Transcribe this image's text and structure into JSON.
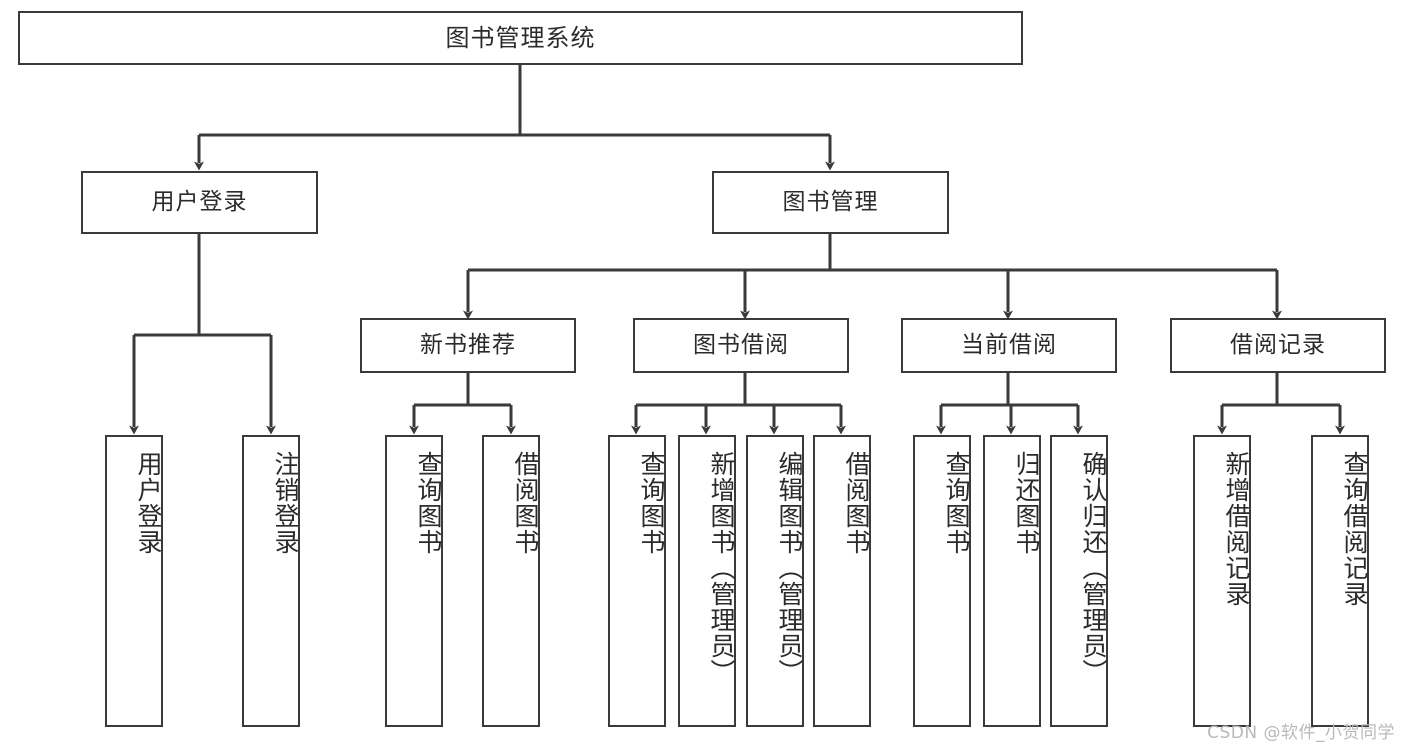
{
  "diagram": {
    "title": "图书管理系统",
    "type": "tree-hierarchy",
    "root": {
      "label": "图书管理系统",
      "children": [
        {
          "label": "用户登录",
          "children": [
            {
              "label": "用户登录"
            },
            {
              "label": "注销登录"
            }
          ]
        },
        {
          "label": "图书管理",
          "children": [
            {
              "label": "新书推荐",
              "children": [
                {
                  "label": "查询图书"
                },
                {
                  "label": "借阅图书"
                }
              ]
            },
            {
              "label": "图书借阅",
              "children": [
                {
                  "label": "查询图书"
                },
                {
                  "label": "新增图书（管理员）"
                },
                {
                  "label": "编辑图书（管理员）"
                },
                {
                  "label": "借阅图书"
                }
              ]
            },
            {
              "label": "当前借阅",
              "children": [
                {
                  "label": "查询图书"
                },
                {
                  "label": "归还图书"
                },
                {
                  "label": "确认归还（管理员）"
                }
              ]
            },
            {
              "label": "借阅记录",
              "children": [
                {
                  "label": "新增借阅记录"
                },
                {
                  "label": "查询借阅记录"
                }
              ]
            }
          ]
        }
      ]
    }
  },
  "nodes": {
    "root": "图书管理系统",
    "l1_user_login": "用户登录",
    "l1_book_manage": "图书管理",
    "l2_new_book_rec": "新书推荐",
    "l2_book_borrow": "图书借阅",
    "l2_current_borrow": "当前借阅",
    "l2_borrow_record": "借阅记录",
    "leaf_user_login": "用户登录",
    "leaf_logout": "注销登录",
    "leaf_rec_query_book": "查询图书",
    "leaf_rec_borrow_book": "借阅图书",
    "leaf_brw_query_book": "查询图书",
    "leaf_brw_add_book": "新增图书（管理员）",
    "leaf_brw_edit_book": "编辑图书（管理员）",
    "leaf_brw_borrow_book": "借阅图书",
    "leaf_cur_query_book": "查询图书",
    "leaf_cur_return_book": "归还图书",
    "leaf_cur_confirm_return": "确认归还（管理员）",
    "leaf_rec_add_record": "新增借阅记录",
    "leaf_rec_query_record": "查询借阅记录"
  },
  "watermark": {
    "text": "CSDN @软件_小贺同学"
  },
  "colors": {
    "stroke": "#3a3a3a",
    "text": "#2b2b2b",
    "background": "#ffffff",
    "watermark": "#b9b9b9"
  }
}
